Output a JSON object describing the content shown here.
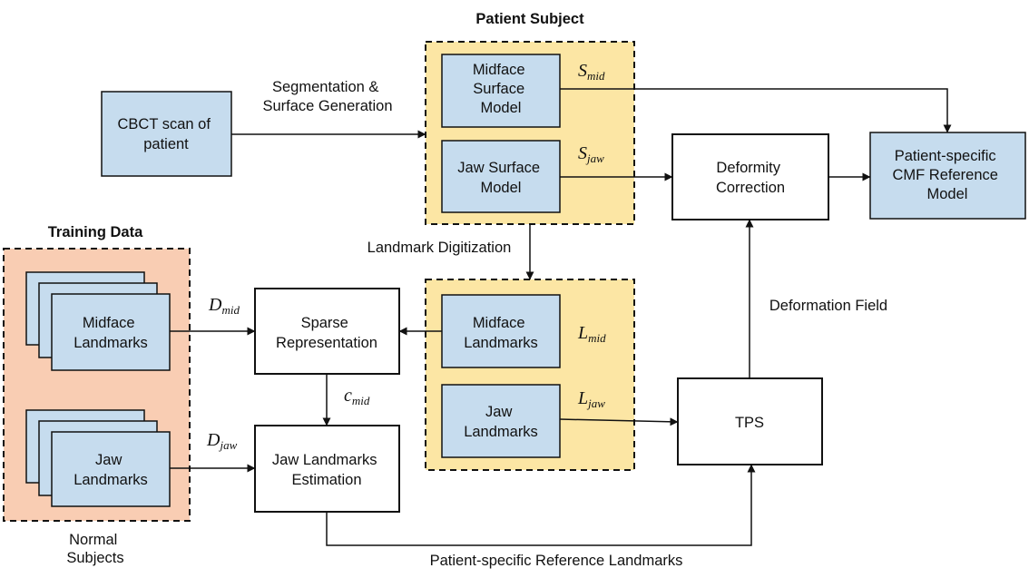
{
  "colors": {
    "blue_fill": "#c6dcee",
    "yellow_region": "#fce6a4",
    "salmon_region": "#f9cdb3",
    "stroke": "#111111"
  },
  "groups": {
    "patient_subject": "Patient Subject",
    "training_data": "Training Data",
    "normal_subjects": [
      "Normal",
      "Subjects"
    ]
  },
  "boxes": {
    "cbct": [
      "CBCT scan of",
      "patient"
    ],
    "midface_surface": [
      "Midface",
      "Surface",
      "Model"
    ],
    "jaw_surface": [
      "Jaw Surface",
      "Model"
    ],
    "deformity_correction": [
      "Deformity",
      "Correction"
    ],
    "reference_model": [
      "Patient-specific",
      "CMF Reference",
      "Model"
    ],
    "midface_landmarks_patient": [
      "Midface",
      "Landmarks"
    ],
    "jaw_landmarks_patient": [
      "Jaw",
      "Landmarks"
    ],
    "sparse_representation": [
      "Sparse",
      "Representation"
    ],
    "jaw_landmarks_estimation": [
      "Jaw Landmarks",
      "Estimation"
    ],
    "tps": [
      "TPS"
    ],
    "midface_landmarks_training": [
      "Midface",
      "Landmarks"
    ],
    "jaw_landmarks_training": [
      "Jaw",
      "Landmarks"
    ]
  },
  "edge_labels": {
    "segmentation": [
      "Segmentation &",
      "Surface Generation"
    ],
    "landmark_digitization": "Landmark Digitization",
    "deformation_field": "Deformation Field",
    "reference_landmarks": "Patient-specific Reference Landmarks"
  },
  "symbols": {
    "s_mid": {
      "base": "S",
      "sub": "mid"
    },
    "s_jaw": {
      "base": "S",
      "sub": "jaw"
    },
    "l_mid": {
      "base": "L",
      "sub": "mid"
    },
    "l_jaw": {
      "base": "L",
      "sub": "jaw"
    },
    "d_mid": {
      "base": "D",
      "sub": "mid"
    },
    "d_jaw": {
      "base": "D",
      "sub": "jaw"
    },
    "c_mid": {
      "base": "c",
      "sub": "mid"
    }
  }
}
